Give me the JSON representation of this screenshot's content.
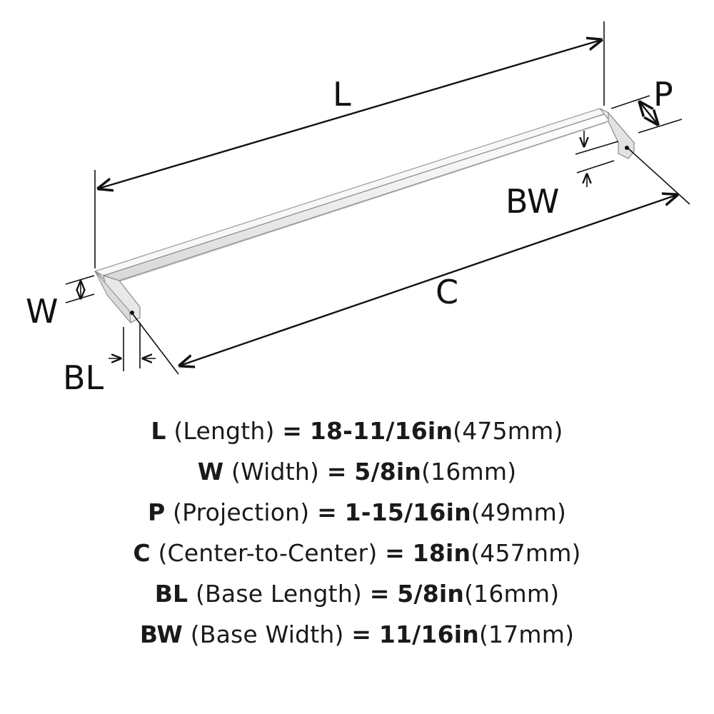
{
  "labels": {
    "L": "L",
    "W": "W",
    "P": "P",
    "C": "C",
    "BL": "BL",
    "BW": "BW"
  },
  "specs": [
    {
      "code": "L",
      "name": "(Length)",
      "eq": "=",
      "imperial": "18-11/16in",
      "metric": "(475mm)"
    },
    {
      "code": "W",
      "name": "(Width)",
      "eq": "=",
      "imperial": "5/8in",
      "metric": "(16mm)"
    },
    {
      "code": "P",
      "name": "(Projection)",
      "eq": "=",
      "imperial": "1-15/16in",
      "metric": "(49mm)"
    },
    {
      "code": "C",
      "name": "(Center-to-Center)",
      "eq": "=",
      "imperial": "18in",
      "metric": "(457mm)"
    },
    {
      "code": "BL",
      "name": "(Base Length)",
      "eq": "=",
      "imperial": "5/8in",
      "metric": "(16mm)"
    },
    {
      "code": "BW",
      "name": "(Base Width)",
      "eq": "=",
      "imperial": "11/16in",
      "metric": "(17mm)"
    }
  ]
}
